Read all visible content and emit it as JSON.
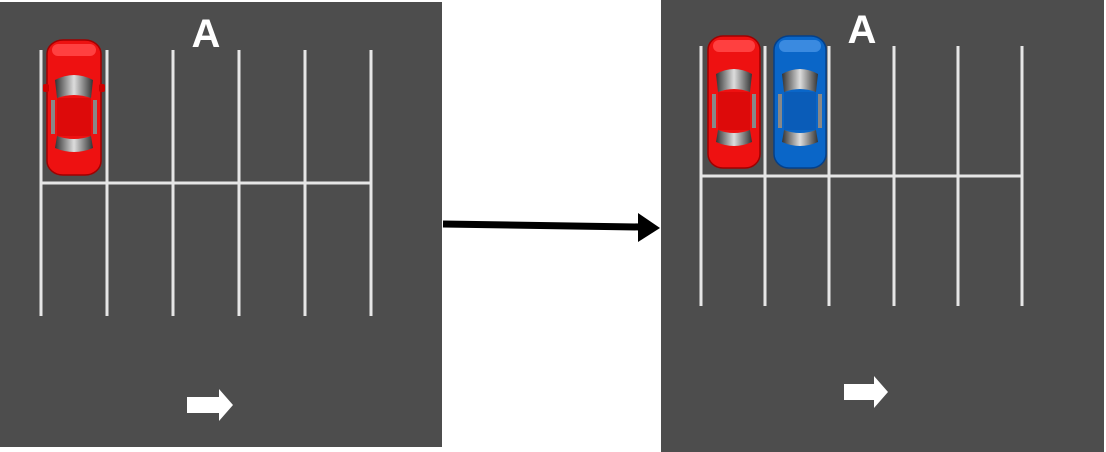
{
  "before": {
    "lot_label": "A",
    "cars": [
      {
        "color": "#ee1111",
        "name": "red-car"
      }
    ]
  },
  "after": {
    "lot_label": "A",
    "cars": [
      {
        "color": "#ee1111",
        "name": "red-car"
      },
      {
        "color": "#0a66c8",
        "name": "blue-car"
      }
    ]
  },
  "colors": {
    "asphalt": "#4d4d4d",
    "line": "#e6e6e6",
    "arrow": "#000000"
  }
}
